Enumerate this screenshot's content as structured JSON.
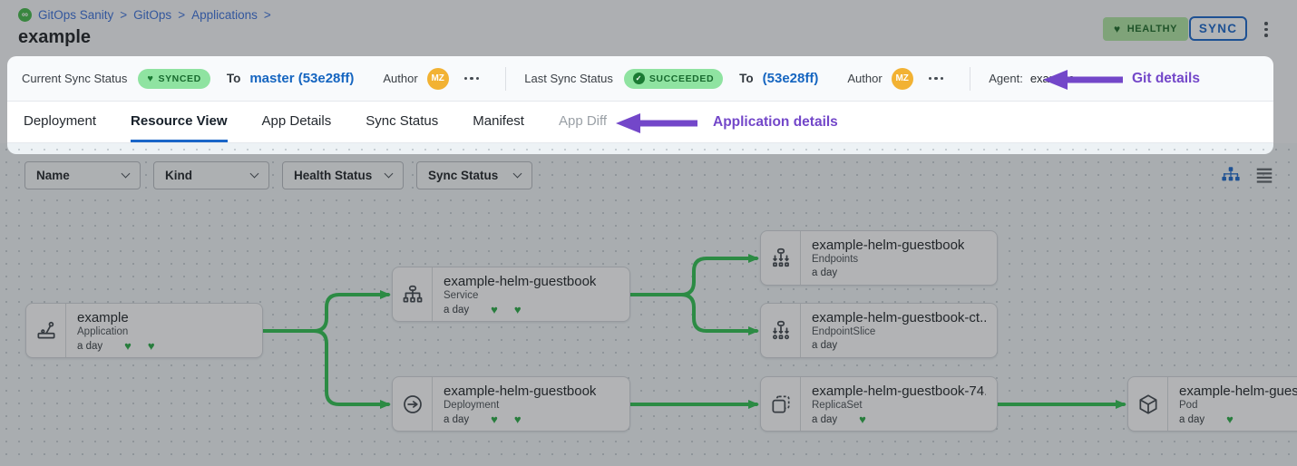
{
  "breadcrumb": {
    "items": [
      "GitOps Sanity",
      "GitOps",
      "Applications"
    ],
    "separator": ">"
  },
  "page_title": "example",
  "header_actions": {
    "health_status": "HEALTHY",
    "sync_label": "SYNC"
  },
  "sync_bar": {
    "current": {
      "label": "Current Sync Status",
      "status": "SYNCED",
      "to": "To",
      "revision": "master (53e28ff)",
      "author_label": "Author",
      "author_initials": "MZ"
    },
    "last": {
      "label": "Last Sync Status",
      "status": "SUCCEEDED",
      "to": "To",
      "revision": "(53e28ff)",
      "author_label": "Author",
      "author_initials": "MZ"
    },
    "agent_label": "Agent:",
    "agent_value": "example"
  },
  "annotations": {
    "git_details": "Git details",
    "application_details": "Application details",
    "accent_color": "#7347c9"
  },
  "tabs": [
    {
      "label": "Deployment",
      "active": false
    },
    {
      "label": "Resource View",
      "active": true
    },
    {
      "label": "App Details",
      "active": false
    },
    {
      "label": "Sync Status",
      "active": false
    },
    {
      "label": "Manifest",
      "active": false
    },
    {
      "label": "App Diff",
      "active": false,
      "disabled": true
    }
  ],
  "filters": [
    {
      "label": "Name"
    },
    {
      "label": "Kind"
    },
    {
      "label": "Health Status"
    },
    {
      "label": "Sync Status"
    }
  ],
  "view_toggles": {
    "active_view": "tree"
  },
  "graph": {
    "edge_color": "#2fbe51",
    "nodes": [
      {
        "name": "example",
        "kind": "Application",
        "age": "a day",
        "hearts": 2,
        "icon": "application-icon"
      },
      {
        "name": "example-helm-guestbook",
        "kind": "Service",
        "age": "a day",
        "hearts": 2,
        "icon": "service-icon"
      },
      {
        "name": "example-helm-guestbook",
        "kind": "Endpoints",
        "age": "a day",
        "hearts": 0,
        "icon": "endpoints-icon"
      },
      {
        "name": "example-helm-guestbook-ct...",
        "kind": "EndpointSlice",
        "age": "a day",
        "hearts": 0,
        "icon": "endpointslice-icon"
      },
      {
        "name": "example-helm-guestbook",
        "kind": "Deployment",
        "age": "a day",
        "hearts": 2,
        "icon": "deployment-icon"
      },
      {
        "name": "example-helm-guestbook-74...",
        "kind": "ReplicaSet",
        "age": "a day",
        "hearts": 1,
        "icon": "replicaset-icon"
      },
      {
        "name": "example-helm-guest",
        "kind": "Pod",
        "age": "a day",
        "hearts": 1,
        "icon": "pod-icon"
      }
    ]
  },
  "colors": {
    "status_green_bg": "#8fe3a1",
    "status_green_text": "#176a2e",
    "healthy_badge_bg": "#aee3a2",
    "link_blue": "#1565c0",
    "accent_blue": "#1a66c8",
    "edge_green": "#2fbe51",
    "heart_green": "#2aa946",
    "avatar_orange": "#f2b233",
    "annotation_purple": "#7347c9"
  }
}
